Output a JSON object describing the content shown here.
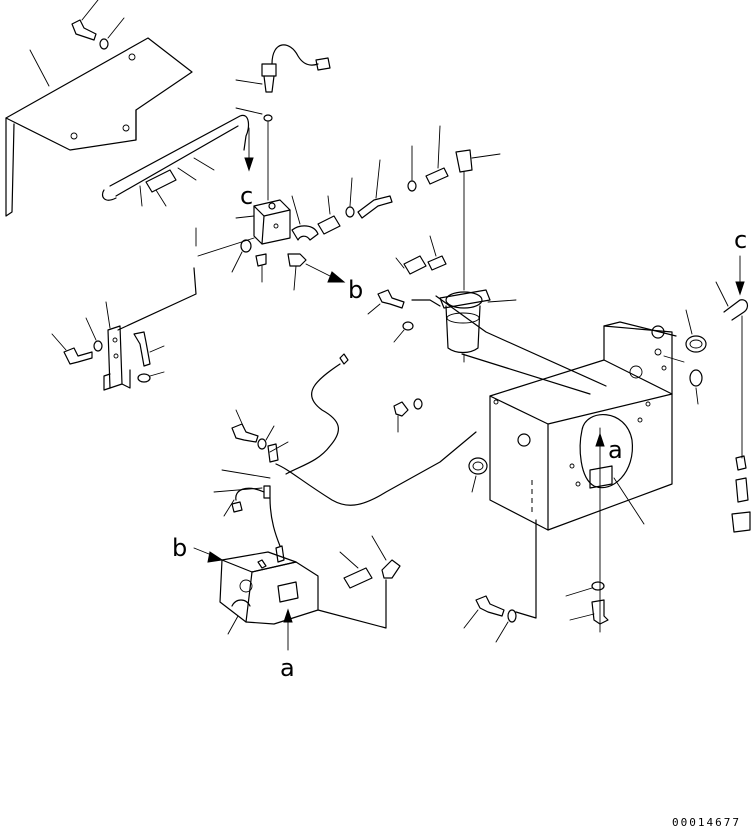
{
  "labels": {
    "view_c_top": "c",
    "view_c_right": "c",
    "arrow_b_right": "b",
    "arrow_b_left": "b",
    "arrow_a_bottom": "a",
    "arrow_a_box": "a"
  },
  "drawing_number": "00014677"
}
